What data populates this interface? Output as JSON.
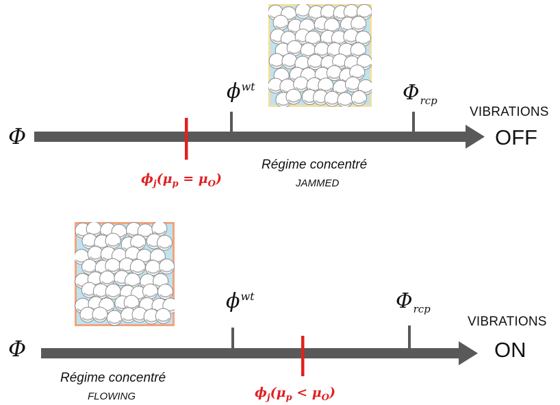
{
  "axis_symbol": "Φ",
  "panels": [
    {
      "id": "off",
      "vibrations_label": "VIBRATIONS",
      "vibrations_state": "OFF",
      "tick_wt": {
        "base": "ϕ",
        "sup": "wt"
      },
      "tick_rcp": {
        "base": "Φ",
        "sub": "rcp"
      },
      "jam_label": {
        "pre": "ϕ",
        "sub1": "j",
        "mid": "(μ",
        "sub2": "p",
        "op": " = μ",
        "sub3": "O",
        "post": ")"
      },
      "regime": "Régime concentré",
      "regime_state": "JAMMED",
      "frame_color": "#f3dfa0"
    },
    {
      "id": "on",
      "vibrations_label": "VIBRATIONS",
      "vibrations_state": "ON",
      "tick_wt": {
        "base": "ϕ",
        "sup": "wt"
      },
      "tick_rcp": {
        "base": "Φ",
        "sub": "rcp"
      },
      "jam_label": {
        "pre": "ϕ",
        "sub1": "j",
        "mid": "(μ",
        "sub2": "p",
        "op": " < μ",
        "sub3": "O",
        "post": ")"
      },
      "regime": "Régime concentré",
      "regime_state": "FLOWING",
      "frame_color": "#f4a47c"
    }
  ],
  "colors": {
    "axis": "#595959",
    "marker": "#e02020",
    "fluid": "#bfe3ef",
    "particle_fill": "#ffffff",
    "particle_edge": "#8a8a8a"
  }
}
